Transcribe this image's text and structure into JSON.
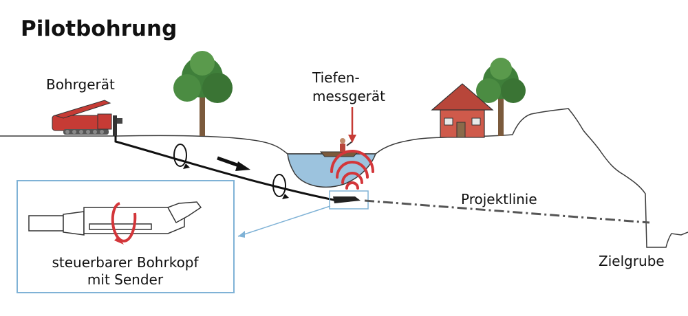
{
  "title": "Pilotbohrung",
  "labels": {
    "rig": "Bohrgerät",
    "depth_line1": "Tiefen-",
    "depth_line2": "messgerät",
    "project_line": "Projektlinie",
    "target_pit": "Zielgrube",
    "drill_head_line1": "steuerbarer Bohrkopf",
    "drill_head_line2": "mit Sender"
  },
  "colors": {
    "ground_line": "#3a3a3a",
    "soil": "#ffffff",
    "water": "#9cc3de",
    "rig_red": "#c63b35",
    "house_wall": "#cf5a4b",
    "roof": "#b8463a",
    "tree_crown": "#3f7f3a",
    "trunk": "#7b5a3c",
    "signal_red": "#d3363a",
    "inset_border": "#7fb2d6",
    "drill_line": "#111111",
    "project_dash": "#555555"
  },
  "icons": [
    "drill-rig-icon",
    "tree-icon",
    "house-icon",
    "boat-icon",
    "signal-waves-icon",
    "rotation-arrow-icon",
    "direction-arrow-icon",
    "drill-head-icon"
  ]
}
